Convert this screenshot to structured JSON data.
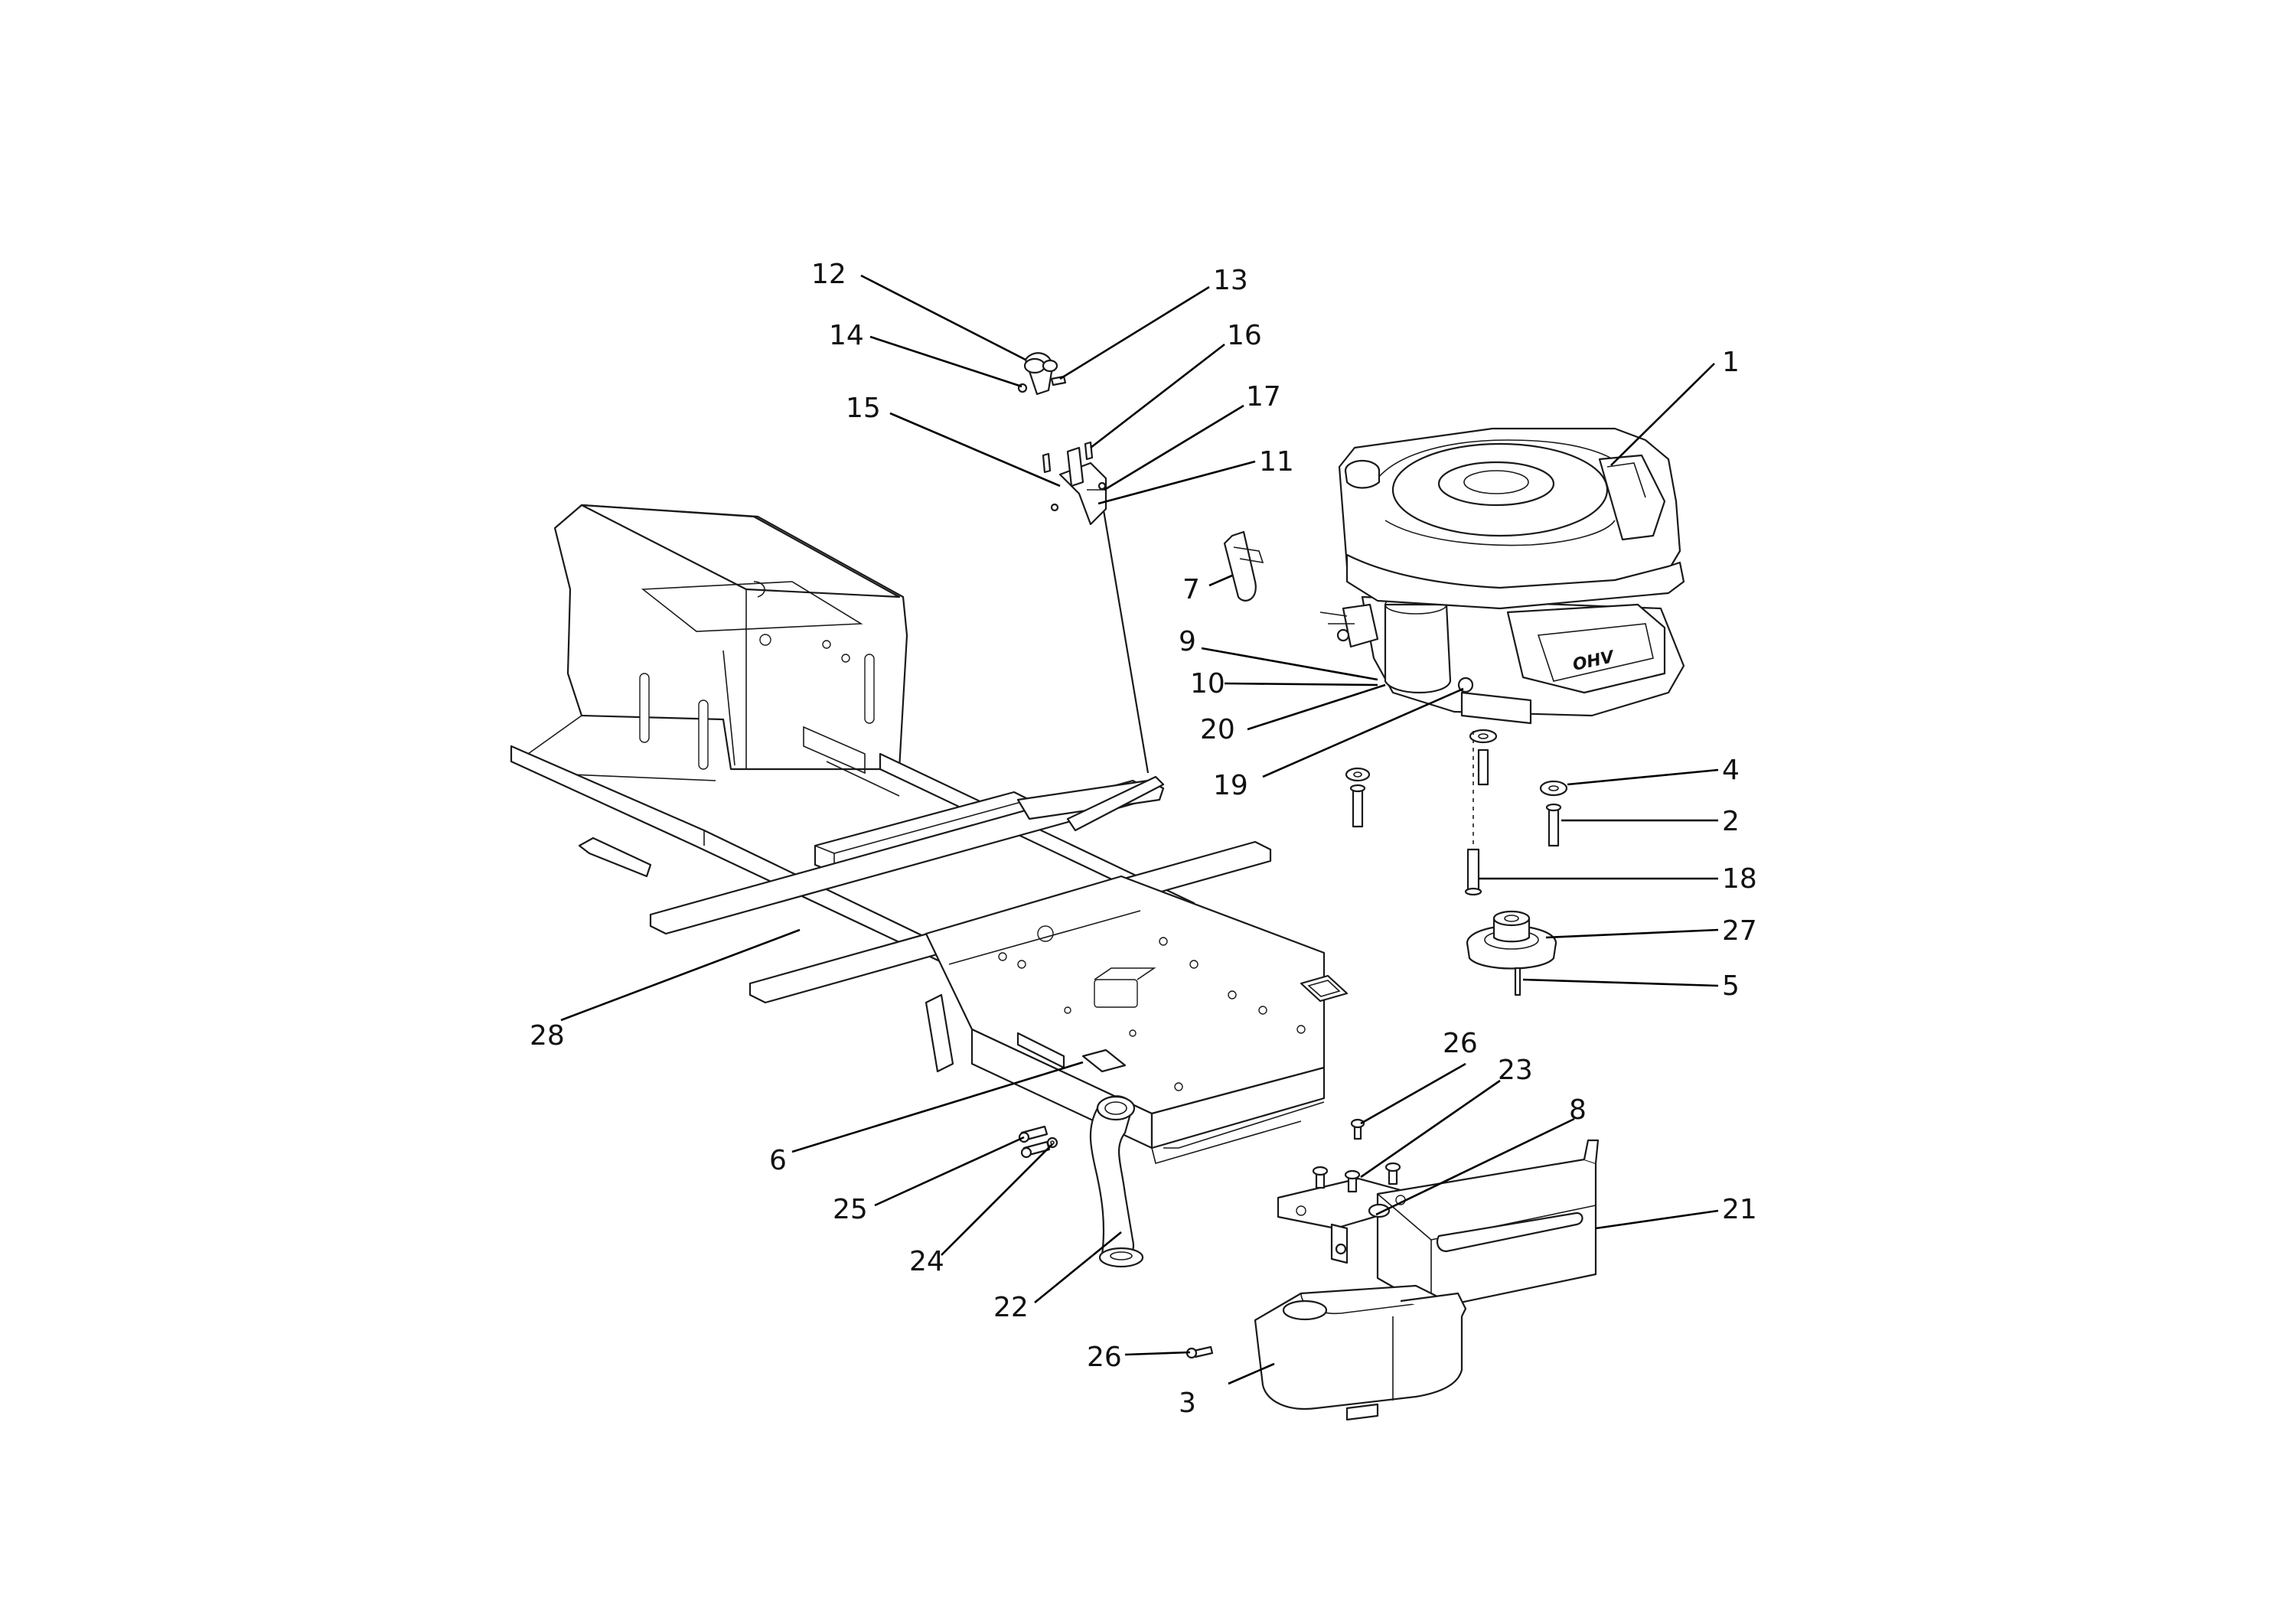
{
  "diagram": {
    "callouts": [
      {
        "id": "1",
        "label": "1"
      },
      {
        "id": "2",
        "label": "2"
      },
      {
        "id": "3",
        "label": "3"
      },
      {
        "id": "4",
        "label": "4"
      },
      {
        "id": "5",
        "label": "5"
      },
      {
        "id": "6",
        "label": "6"
      },
      {
        "id": "7",
        "label": "7"
      },
      {
        "id": "8",
        "label": "8"
      },
      {
        "id": "9",
        "label": "9"
      },
      {
        "id": "10",
        "label": "10"
      },
      {
        "id": "11",
        "label": "11"
      },
      {
        "id": "12",
        "label": "12"
      },
      {
        "id": "13",
        "label": "13"
      },
      {
        "id": "14",
        "label": "14"
      },
      {
        "id": "15",
        "label": "15"
      },
      {
        "id": "16",
        "label": "16"
      },
      {
        "id": "17",
        "label": "17"
      },
      {
        "id": "18",
        "label": "18"
      },
      {
        "id": "19",
        "label": "19"
      },
      {
        "id": "20",
        "label": "20"
      },
      {
        "id": "21",
        "label": "21"
      },
      {
        "id": "22",
        "label": "22"
      },
      {
        "id": "23",
        "label": "23"
      },
      {
        "id": "24",
        "label": "24"
      },
      {
        "id": "25",
        "label": "25"
      },
      {
        "id": "26a",
        "label": "26"
      },
      {
        "id": "26b",
        "label": "26"
      },
      {
        "id": "27",
        "label": "27"
      },
      {
        "id": "28",
        "label": "28"
      }
    ],
    "engine_logo": "OHV"
  }
}
